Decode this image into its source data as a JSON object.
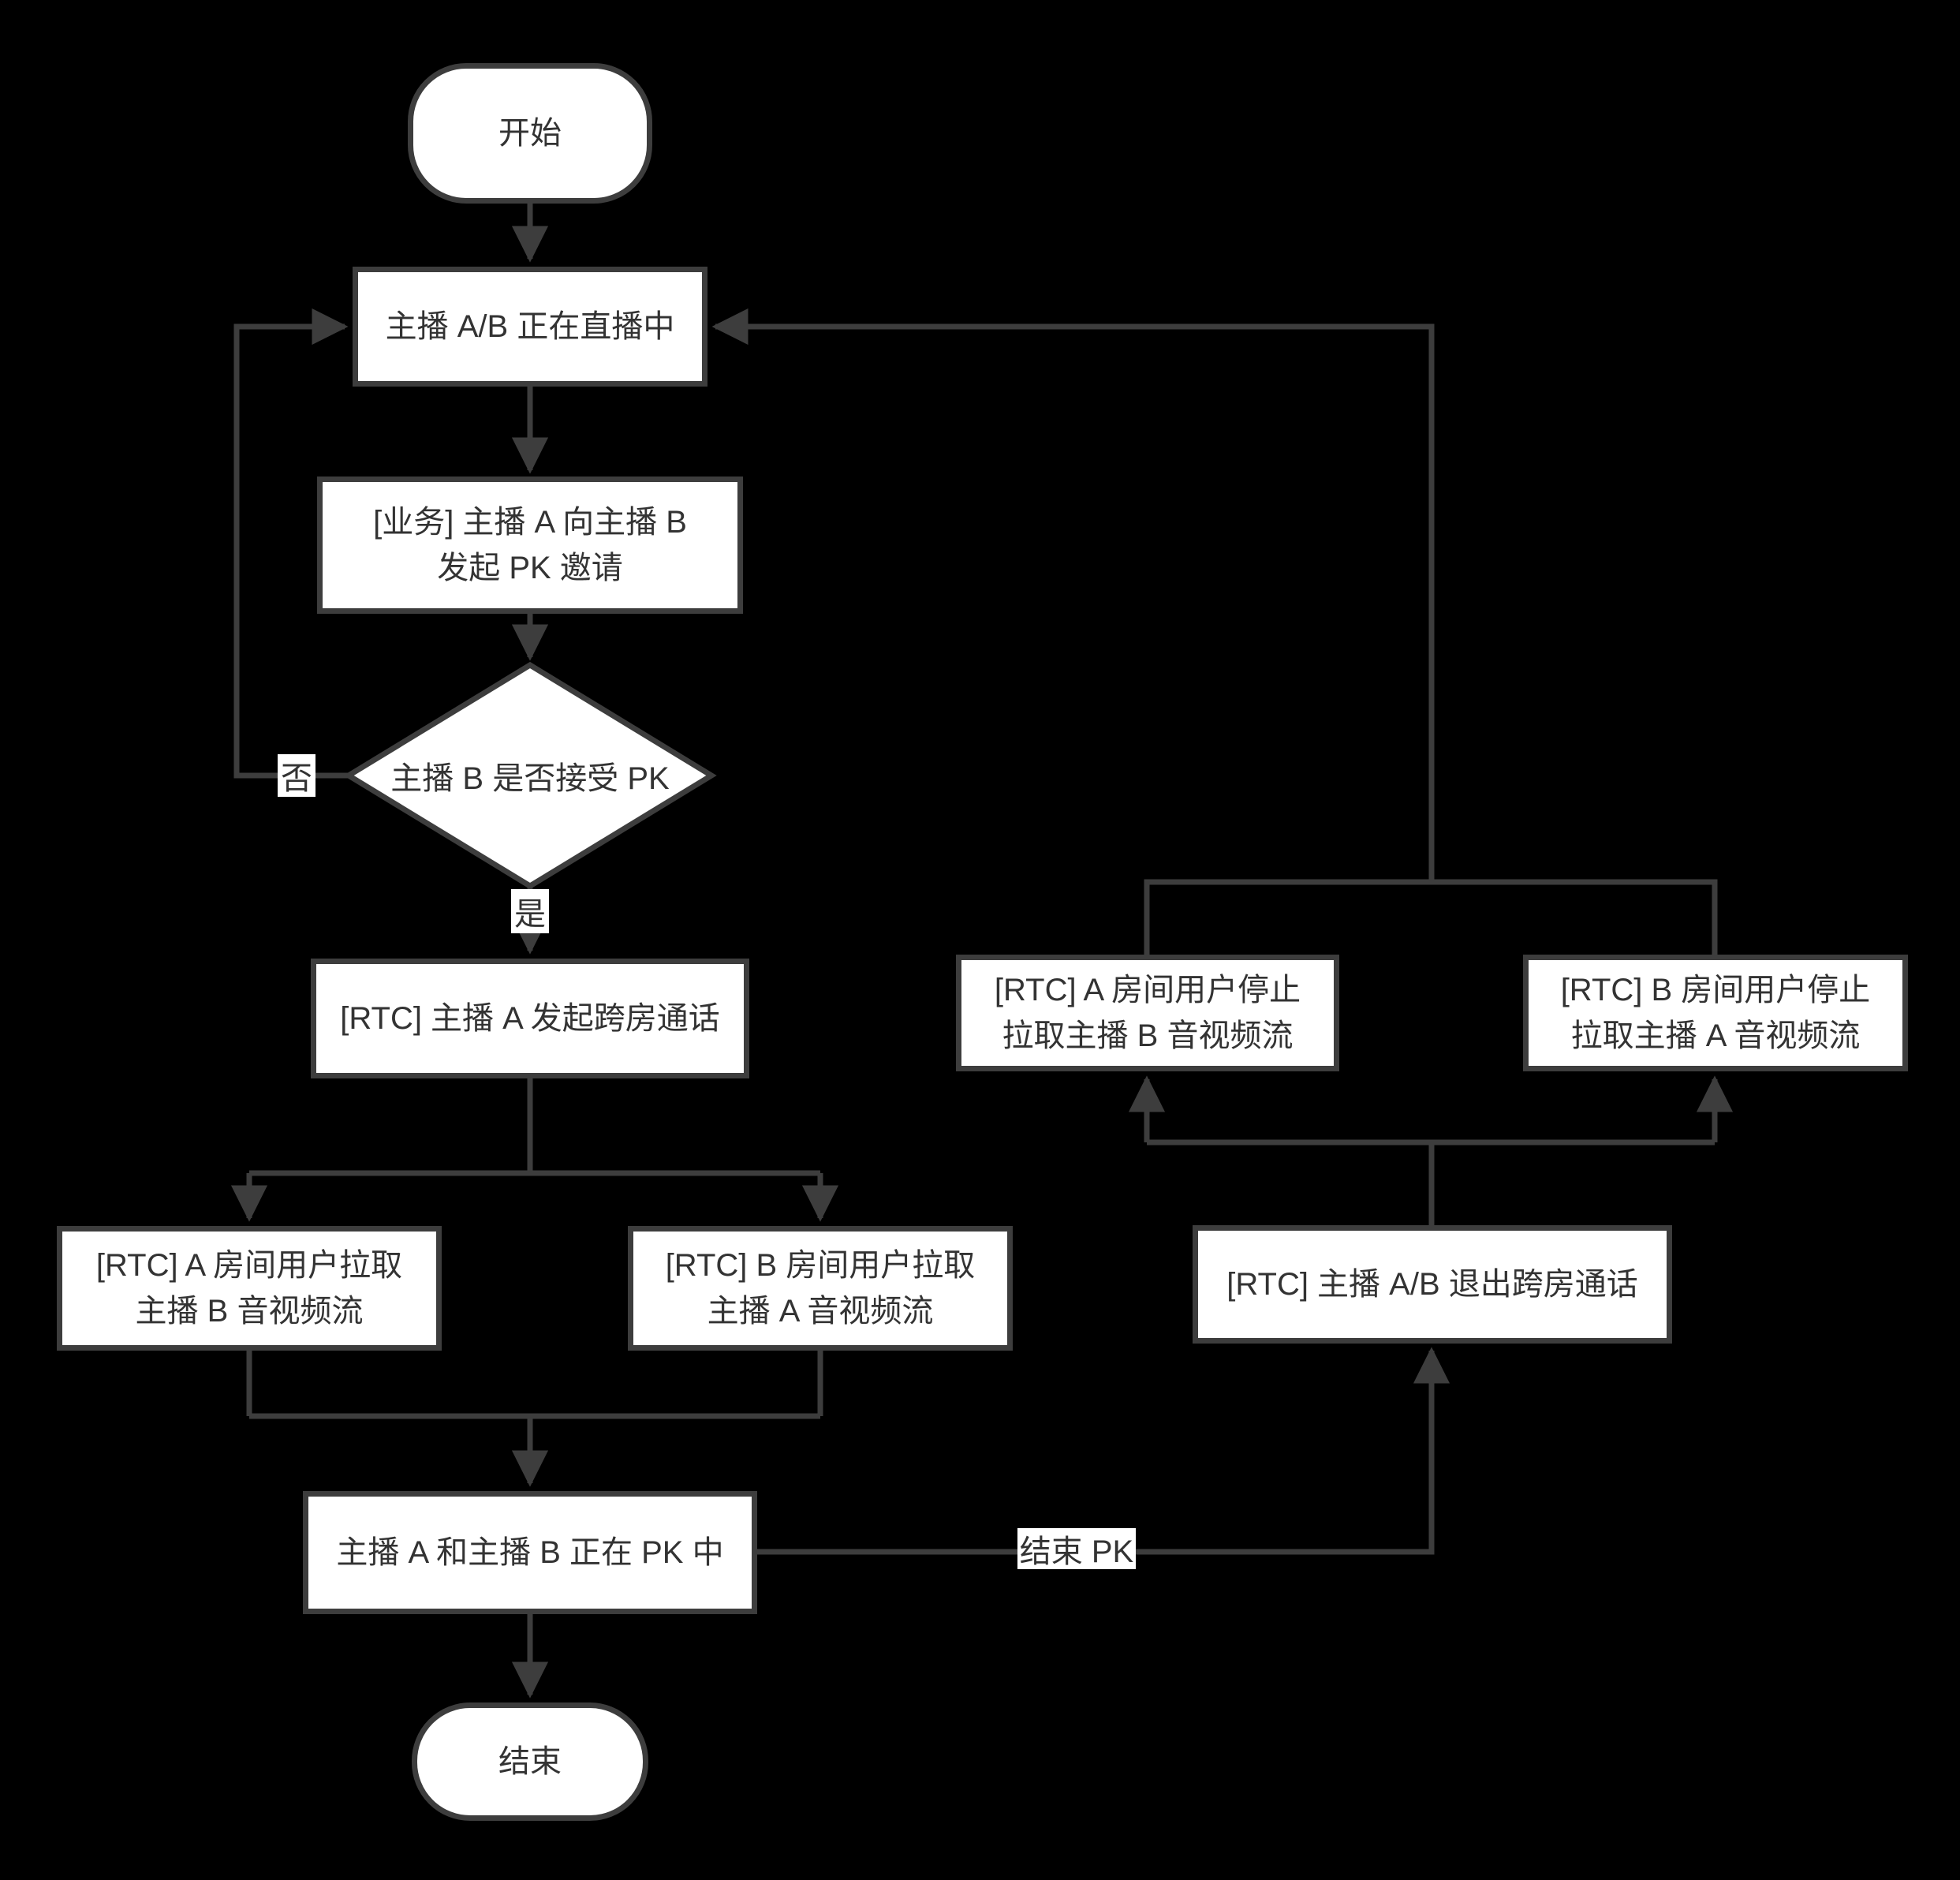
{
  "colors": {
    "background": "#000000",
    "node_fill": "#ffffff",
    "line": "#3d3d3d",
    "text": "#333333"
  },
  "nodes": {
    "start": {
      "label": "开始"
    },
    "live": {
      "label": "主播 A/B 正在直播中"
    },
    "invite": {
      "lines": [
        "[业务] 主播 A 向主播 B",
        "发起 PK 邀请"
      ]
    },
    "decision": {
      "label": "主播 B 是否接受 PK"
    },
    "rtc_call": {
      "label": "[RTC] 主播 A 发起跨房通话"
    },
    "pull_a": {
      "lines": [
        "[RTC] A 房间用户拉取",
        "主播 B 音视频流"
      ]
    },
    "pull_b": {
      "lines": [
        "[RTC] B 房间用户拉取",
        "主播 A 音视频流"
      ]
    },
    "pk": {
      "label": "主播 A 和主播 B 正在 PK 中"
    },
    "end": {
      "label": "结束"
    },
    "exit_call": {
      "label": "[RTC] 主播 A/B 退出跨房通话"
    },
    "stop_a": {
      "lines": [
        "[RTC] A 房间用户停止",
        "拉取主播 B 音视频流"
      ]
    },
    "stop_b": {
      "lines": [
        "[RTC] B 房间用户停止",
        "拉取主播 A 音视频流"
      ]
    }
  },
  "edge_labels": {
    "no": "否",
    "yes": "是",
    "end_pk": "结束 PK"
  }
}
